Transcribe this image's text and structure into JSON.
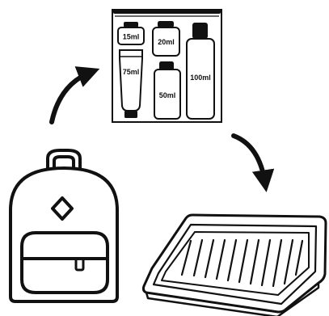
{
  "bottles": {
    "b15": "15ml",
    "b20": "20ml",
    "b75": "75ml",
    "b50": "50ml",
    "b100": "100ml"
  },
  "colors": {
    "ink": "#111111",
    "background": "#ffffff"
  },
  "icons": {
    "bag": "liquids-bag-icon",
    "backpack": "backpack-icon",
    "tray": "security-tray-icon",
    "arrow_up": "curved-arrow-icon",
    "arrow_down": "curved-arrow-icon"
  }
}
